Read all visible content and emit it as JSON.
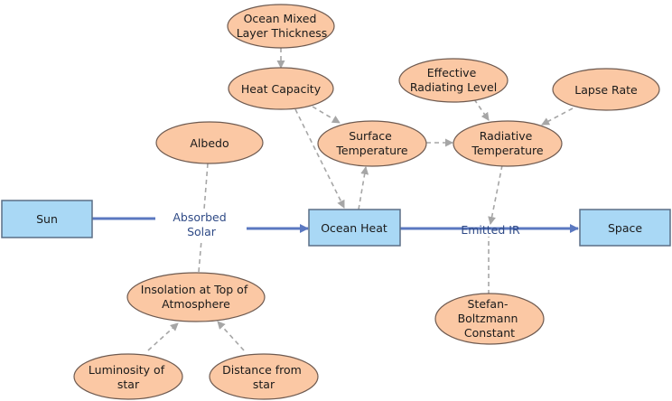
{
  "stocks": {
    "sun": "Sun",
    "ocean_heat": "Ocean Heat",
    "space": "Space"
  },
  "flows": {
    "absorbed_solar": [
      "Absorbed",
      "Solar"
    ],
    "emitted_ir": [
      "Emitted IR"
    ]
  },
  "variables": {
    "ocean_mixed_layer": [
      "Ocean Mixed",
      "Layer Thickness"
    ],
    "heat_capacity": [
      "Heat Capacity"
    ],
    "surface_temperature": [
      "Surface",
      "Temperature"
    ],
    "radiative_temperature": [
      "Radiative",
      "Temperature"
    ],
    "effective_radiating_level": [
      "Effective",
      "Radiating Level"
    ],
    "lapse_rate": [
      "Lapse Rate"
    ],
    "albedo": [
      "Albedo"
    ],
    "insolation": [
      "Insolation at Top of",
      "Atmosphere"
    ],
    "luminosity": [
      "Luminosity of",
      "star"
    ],
    "distance": [
      "Distance from",
      "star"
    ],
    "stefan_boltzmann": [
      "Stefan-",
      "Boltzmann",
      "Constant"
    ]
  },
  "colors": {
    "variable_fill": "#fbc8a4",
    "stock_fill": "#a9d8f5",
    "flow_line": "#5b78c0",
    "link_line": "#a6a6a6"
  }
}
